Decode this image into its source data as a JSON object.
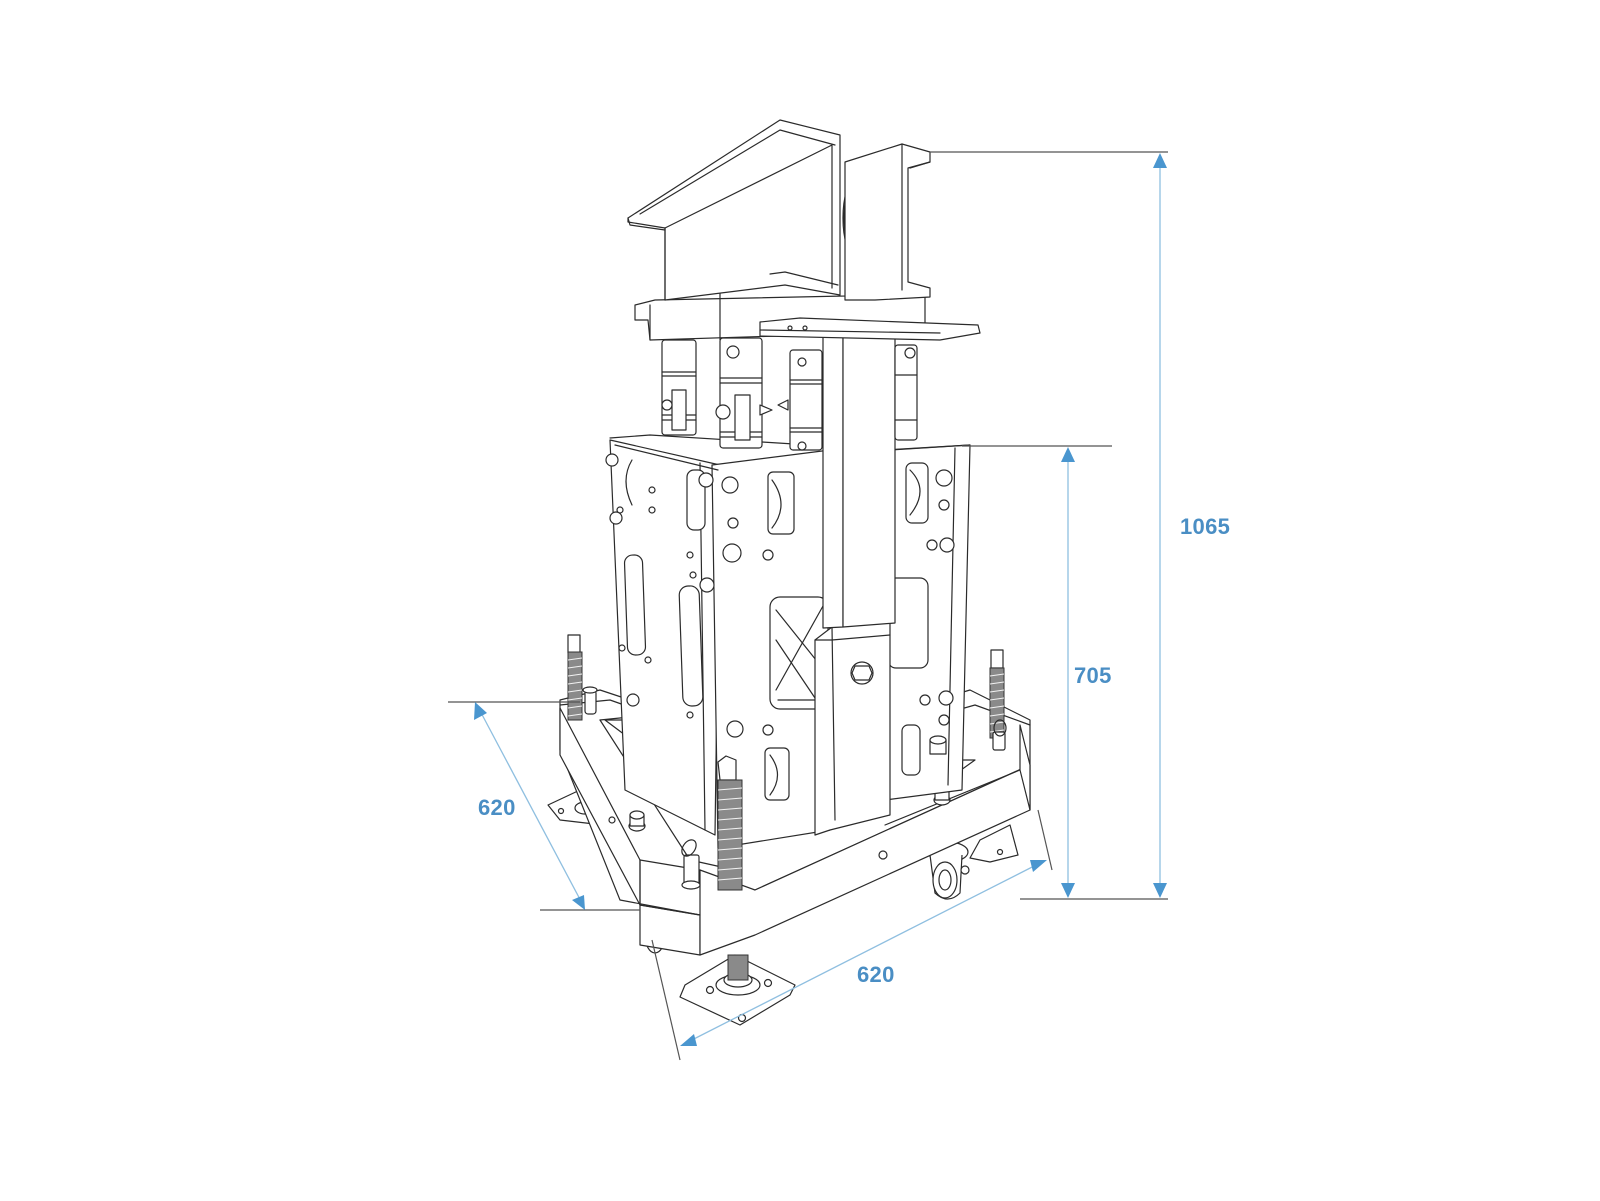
{
  "figure": {
    "type": "technical-line-drawing",
    "subject": "truss tower base with ground support plate, leveling feet and castors",
    "units": "mm"
  },
  "dimensions": {
    "total_height": {
      "label": "1065"
    },
    "base_height": {
      "label": "705"
    },
    "depth": {
      "label": "620"
    },
    "width": {
      "label": "620"
    }
  },
  "colors": {
    "dimension_text": "#4a8ec4",
    "dimension_line": "#8fbfe0",
    "arrowhead": "#4a96cf",
    "drawing_line": "#2b2b2b",
    "background": "#ffffff"
  }
}
